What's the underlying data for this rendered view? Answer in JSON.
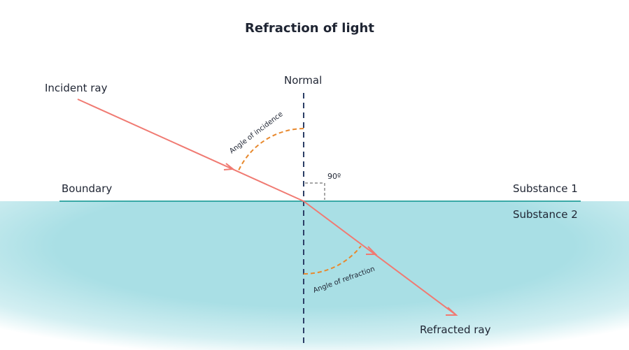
{
  "title": "Refraction of light",
  "labels": {
    "normal": "Normal",
    "incident_ray": "Incident ray",
    "refracted_ray": "Refracted ray",
    "boundary": "Boundary",
    "substance_1": "Substance 1",
    "substance_2": "Substance 2",
    "angle_of_incidence": "Angle of incidence",
    "angle_of_refraction": "Angle of refraction",
    "right_angle": "90º"
  },
  "colors": {
    "ray": "#f07a72",
    "angle_arc": "#e8892e",
    "normal_line": "#2c3e66",
    "right_angle_mark": "#8a8a8a",
    "boundary_line": "#3aa9a6",
    "substance_2_fill": "#a9dfe5",
    "text": "#1f2533"
  }
}
